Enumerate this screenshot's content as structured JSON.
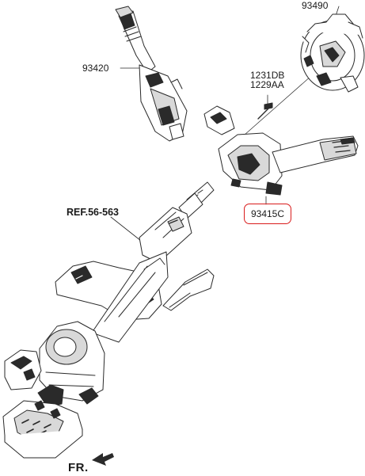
{
  "labels": {
    "part_93490": "93490",
    "part_93420": "93420",
    "bolt_line1": "1231DB",
    "bolt_line2": "1229AA",
    "part_93415C": "93415C",
    "ref": "REF.56-563",
    "front": "FR."
  },
  "colors": {
    "line": "#2a2a2a",
    "shade": "#d9d9d9",
    "highlight": "#d91c1c"
  }
}
